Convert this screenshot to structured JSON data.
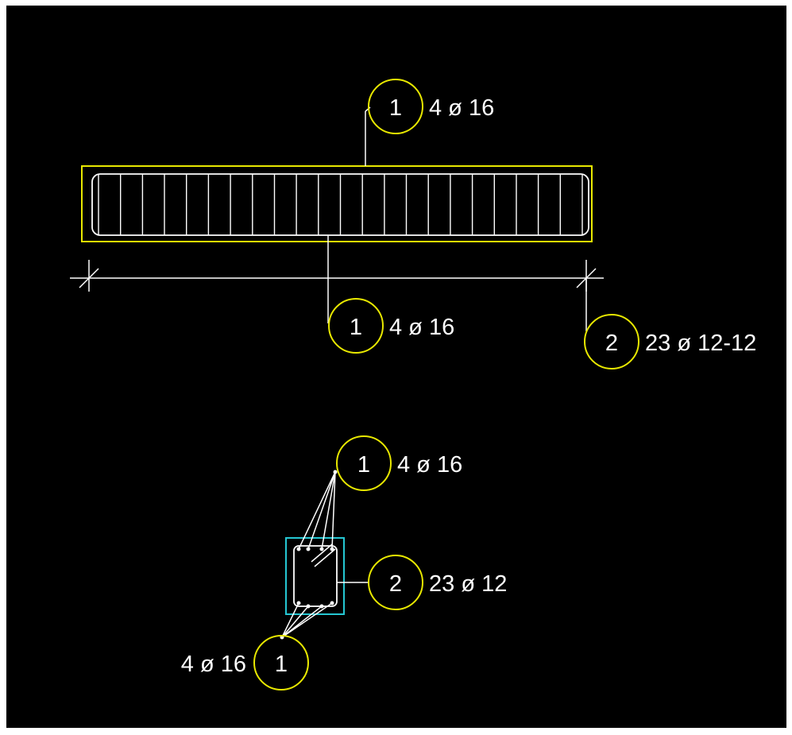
{
  "colors": {
    "background": "#000000",
    "outline_beam": "#e8e800",
    "outline_section": "#25c7d3",
    "bubble": "#e8e800",
    "line": "#ffffff",
    "text": "#ffffff"
  },
  "elevation": {
    "stirrup_count": 23,
    "marks": {
      "top": {
        "number": "1",
        "text": "4 ø 16"
      },
      "bottom": {
        "number": "1",
        "text": "4 ø 16"
      },
      "stirrups": {
        "number": "2",
        "text": "23 ø 12-12"
      }
    }
  },
  "section": {
    "marks": {
      "top": {
        "number": "1",
        "text": "4 ø 16"
      },
      "stirrups": {
        "number": "2",
        "text": "23 ø 12"
      },
      "bottom": {
        "number": "1",
        "text": "4 ø 16"
      }
    }
  }
}
